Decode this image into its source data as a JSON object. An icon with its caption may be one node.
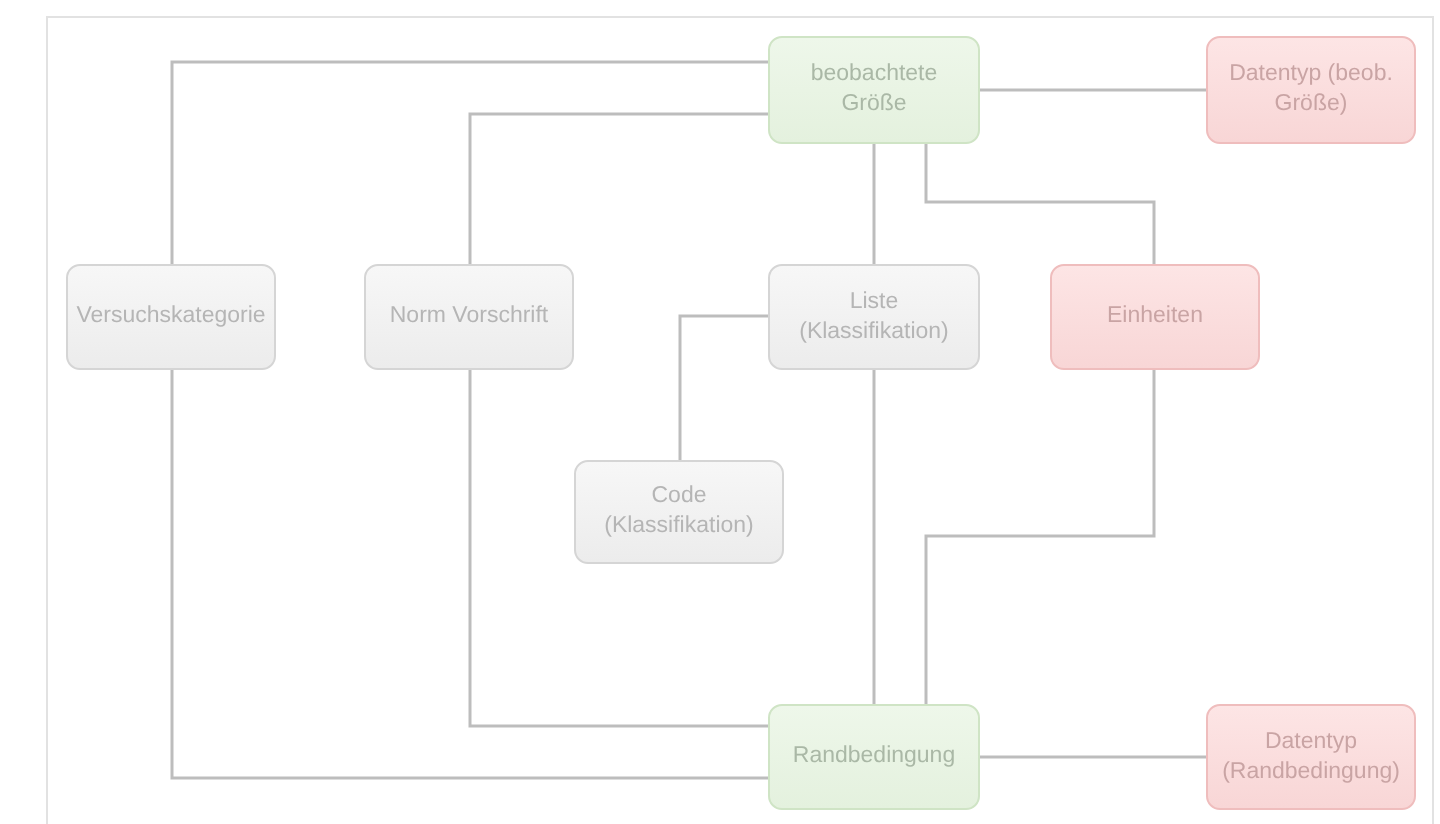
{
  "diagram": {
    "nodes": [
      {
        "text": [
          "beobachtete Größe"
        ]
      },
      {
        "text": [
          "Datentyp (beob. Größe)"
        ]
      },
      {
        "text": [
          "Versuchskategorie"
        ]
      },
      {
        "text": [
          "Norm Vorschrift"
        ]
      },
      {
        "text": [
          "Liste (Klassifikation)"
        ]
      },
      {
        "text": [
          "Einheiten"
        ]
      },
      {
        "text": [
          "Code (Klassifikation)"
        ]
      },
      {
        "text": [
          "Randbedingung"
        ]
      },
      {
        "text": [
          "Datentyp (Randbedingung)"
        ]
      }
    ],
    "edges": [
      {
        "from": 0,
        "to": 2,
        "arrow": "none"
      },
      {
        "from": 0,
        "to": 3,
        "arrow": "none"
      },
      {
        "from": 0,
        "to": 1,
        "arrow": "none"
      },
      {
        "from": 0,
        "to": 4,
        "arrow": "none"
      },
      {
        "from": 0,
        "to": 5,
        "arrow": "none"
      },
      {
        "from": 4,
        "to": 6,
        "arrow": "none"
      },
      {
        "from": 4,
        "to": 7,
        "arrow": "none"
      },
      {
        "from": 5,
        "to": 7,
        "arrow": "none"
      },
      {
        "from": 3,
        "to": 7,
        "arrow": "none"
      },
      {
        "from": 2,
        "to": 7,
        "arrow": "none"
      },
      {
        "from": 7,
        "to": 8,
        "arrow": "none"
      }
    ]
  }
}
